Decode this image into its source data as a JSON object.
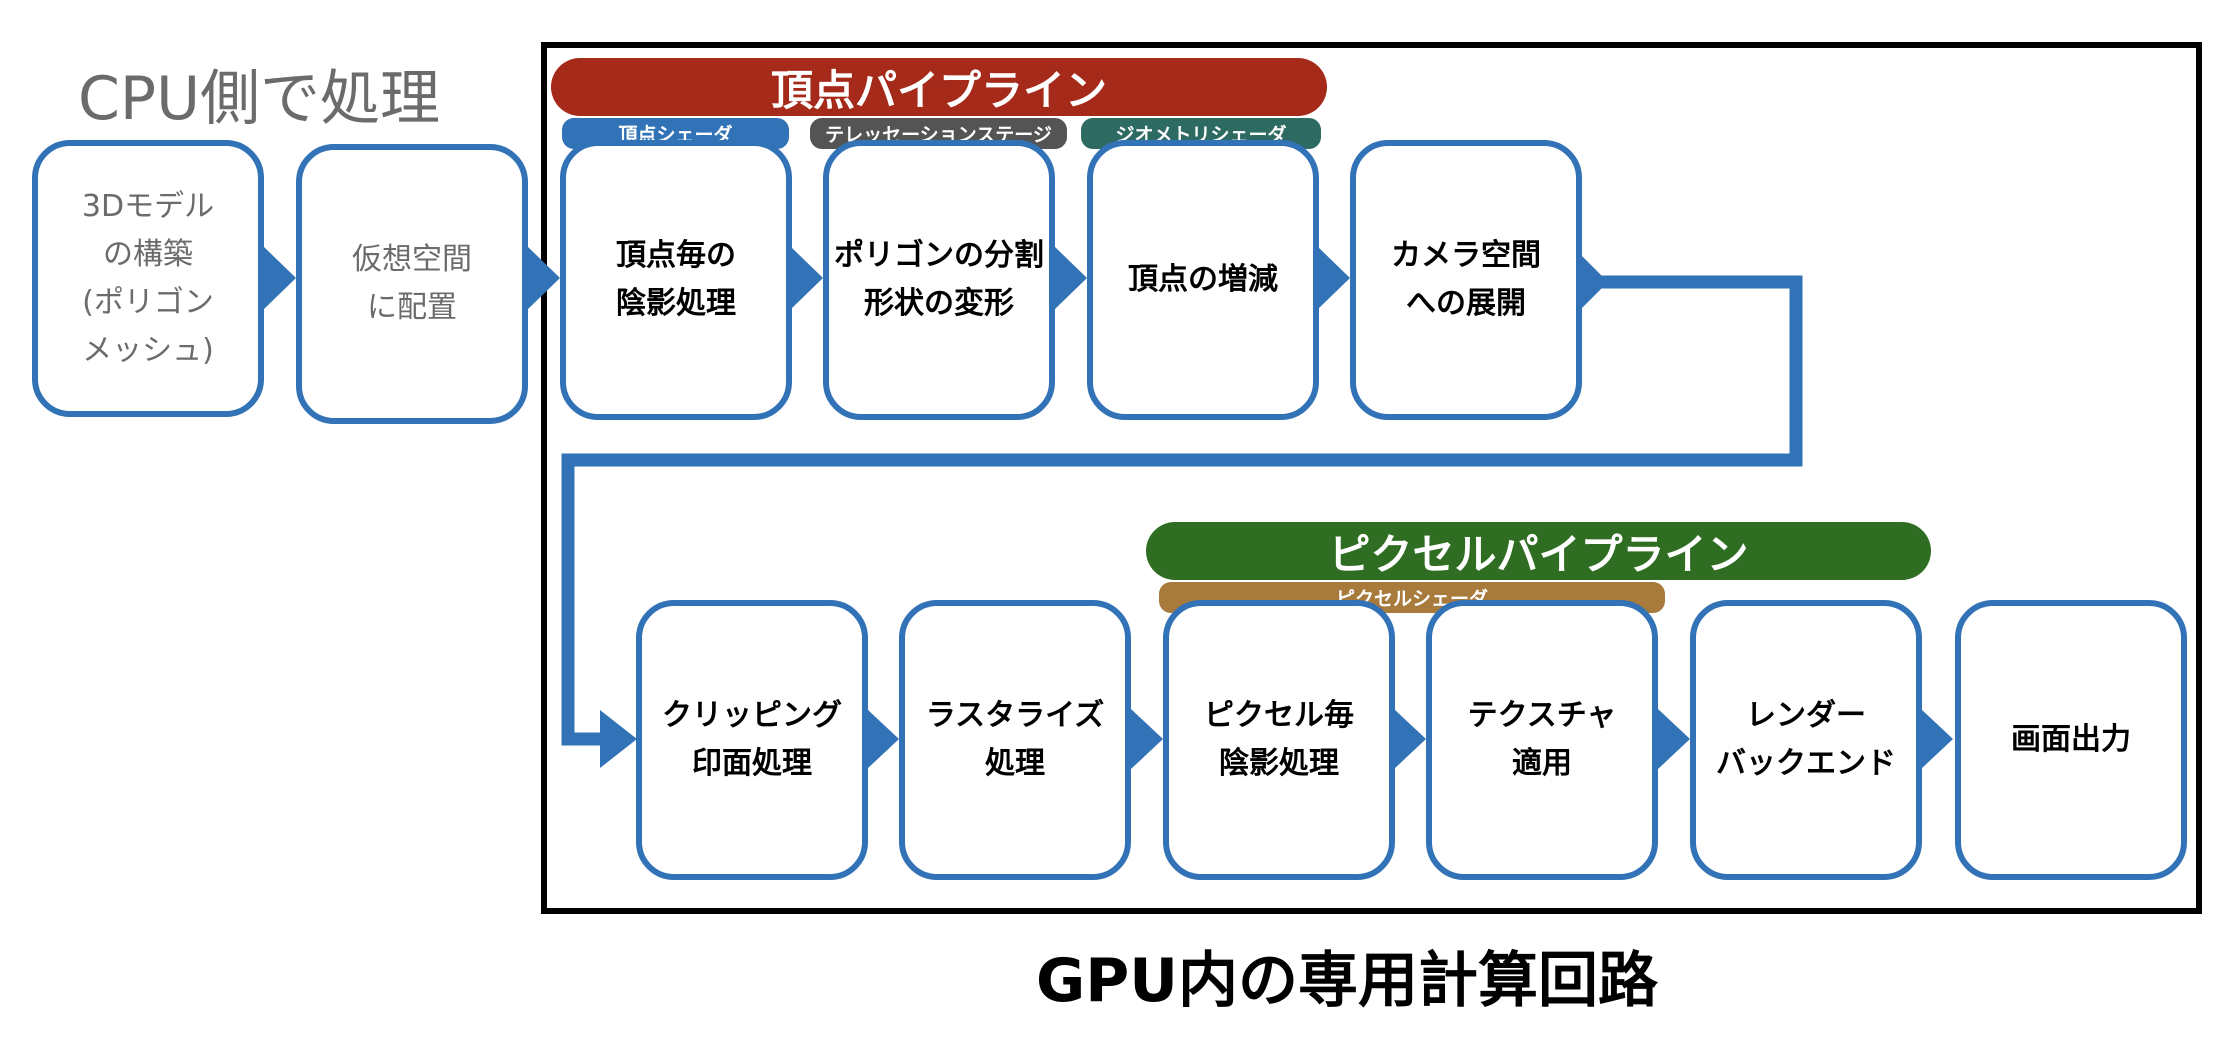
{
  "cpu_label": "CPU側で処理",
  "gpu_label": "GPU内の専用計算回路",
  "cpu_boxes": [
    "3Dモデル\nの構築\n(ポリゴン\nメッシュ)",
    "仮想空間\nに配置"
  ],
  "vertex_pipeline": {
    "title": "頂点パイプライン",
    "shaders": [
      "頂点シェーダ",
      "テレッセーションステージ",
      "ジオメトリシェーダ"
    ],
    "boxes": [
      "頂点毎の\n陰影処理",
      "ポリゴンの分割\n形状の変形",
      "頂点の増減",
      "カメラ空間\nへの展開"
    ]
  },
  "pixel_pipeline": {
    "title": "ピクセルパイプライン",
    "shader": "ピクセルシェーダ",
    "boxes": [
      "クリッピング\n印面処理",
      "ラスタライズ\n処理",
      "ピクセル毎\n陰影処理",
      "テクスチャ\n適用",
      "レンダー\nバックエンド",
      "画面出力"
    ]
  },
  "colors": {
    "box_border": "#3272b6",
    "vertex_banner": "#a52a1a",
    "pixel_banner": "#2f6e22",
    "vertex_shader": "#3272b6",
    "tessellation": "#545454",
    "geometry_shader": "#2c6a62",
    "pixel_shader": "#a87a3c"
  }
}
